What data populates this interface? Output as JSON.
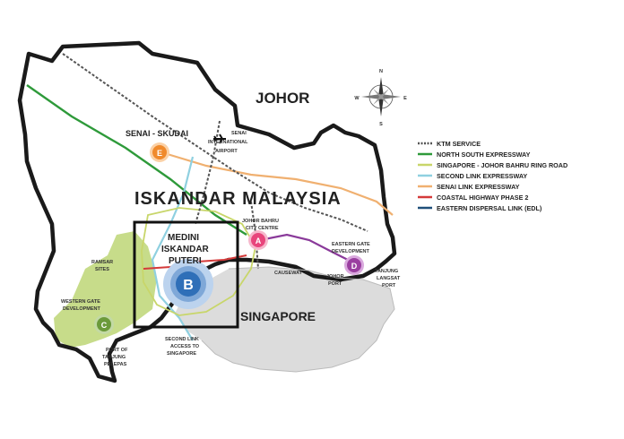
{
  "map": {
    "region_title": "ISKANDAR MALAYSIA",
    "state_label": "JOHOR",
    "country_label": "SINGAPORE",
    "compass": {
      "n": "N",
      "s": "S",
      "e": "E",
      "w": "W"
    },
    "airport_line1": "SENAI",
    "airport_line2": "INTERNATIONAL",
    "airport_line3": "AIRPORT",
    "zones": {
      "a": {
        "letter": "A",
        "label_line1": "JOHOR BAHRU",
        "label_line2": "CITY CENTRE",
        "color": "#e8457c"
      },
      "b": {
        "letter": "B",
        "label_line1": "MEDINI",
        "label_line2": "ISKANDAR",
        "label_line3": "PUTERI",
        "color": "#2f6fb8"
      },
      "c": {
        "letter": "C",
        "label_line1": "WESTERN GATE",
        "label_line2": "DEVELOPMENT",
        "color": "#6b9a3a"
      },
      "d": {
        "letter": "D",
        "label_line1": "EASTERN GATE",
        "label_line2": "DEVELOPMENT",
        "color": "#9a3fa0"
      },
      "e": {
        "letter": "E",
        "label": "SENAI - SKUDAI",
        "color": "#f08a2c"
      }
    },
    "places": {
      "ramsar_line1": "RAMSAR",
      "ramsar_line2": "SITES",
      "causeway": "CAUSEWAY",
      "johor_port_line1": "JOHOR",
      "johor_port_line2": "PORT",
      "tanjung_langsat_line1": "TANJUNG",
      "tanjung_langsat_line2": "LANGSAT",
      "tanjung_langsat_line3": "PORT",
      "second_link_line1": "SECOND LINK",
      "second_link_line2": "ACCESS TO",
      "second_link_line3": "SINGAPORE",
      "ptp_line1": "PORT OF",
      "ptp_line2": "TANJUNG",
      "ptp_line3": "PELEPAS"
    }
  },
  "legend": {
    "items": [
      {
        "label": "KTM SERVICE",
        "color": "#555555",
        "style": "dashed"
      },
      {
        "label": "NORTH SOUTH EXPRESSWAY",
        "color": "#2e9a3a",
        "style": "solid"
      },
      {
        "label": "SINGAPORE - JOHOR BAHRU RING ROAD",
        "color": "#c8d66a",
        "style": "solid"
      },
      {
        "label": "SECOND LINK EXPRESSWAY",
        "color": "#8fd0e0",
        "style": "solid"
      },
      {
        "label": "SENAI LINK EXPRESSWAY",
        "color": "#f0b070",
        "style": "solid"
      },
      {
        "label": "COASTAL HIGHWAY PHASE 2",
        "color": "#d43a3a",
        "style": "solid"
      },
      {
        "label": "EASTERN DISPERSAL LINK (EDL)",
        "color": "#1f4f7a",
        "style": "solid"
      }
    ]
  }
}
